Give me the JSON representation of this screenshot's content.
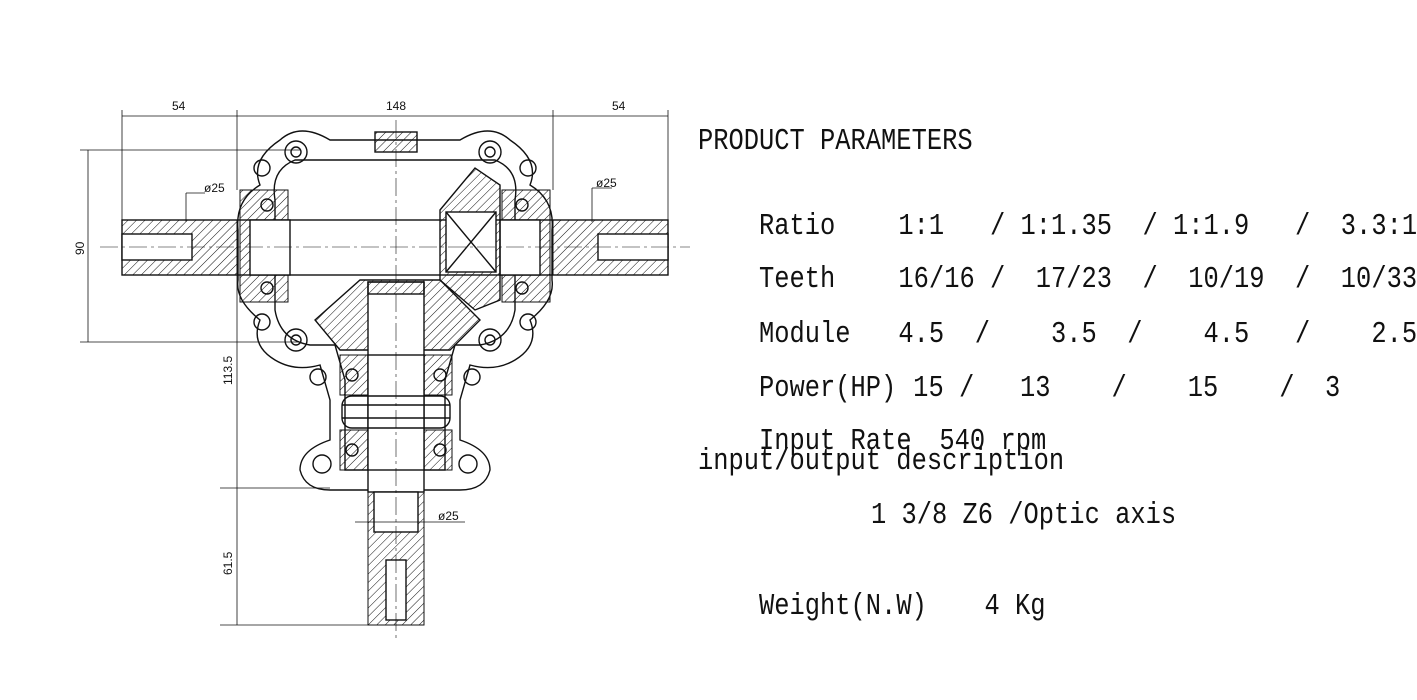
{
  "drawing": {
    "dim_left_shaft": "54",
    "dim_housing_width": "148",
    "dim_right_shaft": "54",
    "dim_height": "90",
    "dim_lower_body": "113.5",
    "dim_output_shaft": "61.5",
    "dia_left": "ø25",
    "dia_right": "ø25",
    "dia_bottom": "ø25"
  },
  "params": {
    "heading": "PRODUCT PARAMETERS",
    "ratio_label": "Ratio",
    "ratio_values": "1:1   / 1:1.35  / 1:1.9   /  3.3:1",
    "teeth_label": "Teeth",
    "teeth_values": "16/16 /  17/23  /  10/19  /  10/33",
    "module_label": "Module",
    "module_values": "4.5  /    3.5  /    4.5   /    2.5",
    "power_label": "Power(HP)",
    "power_values": "15 /   13    /    15    /  3",
    "input_rate_label": "Input Rate",
    "input_rate_value": "540 rpm",
    "io_label": "input/output description",
    "io_value": "1 3/8 Z6 /Optic axis",
    "weight_label": "Weight(N.W)",
    "weight_value": "4 Kg"
  }
}
